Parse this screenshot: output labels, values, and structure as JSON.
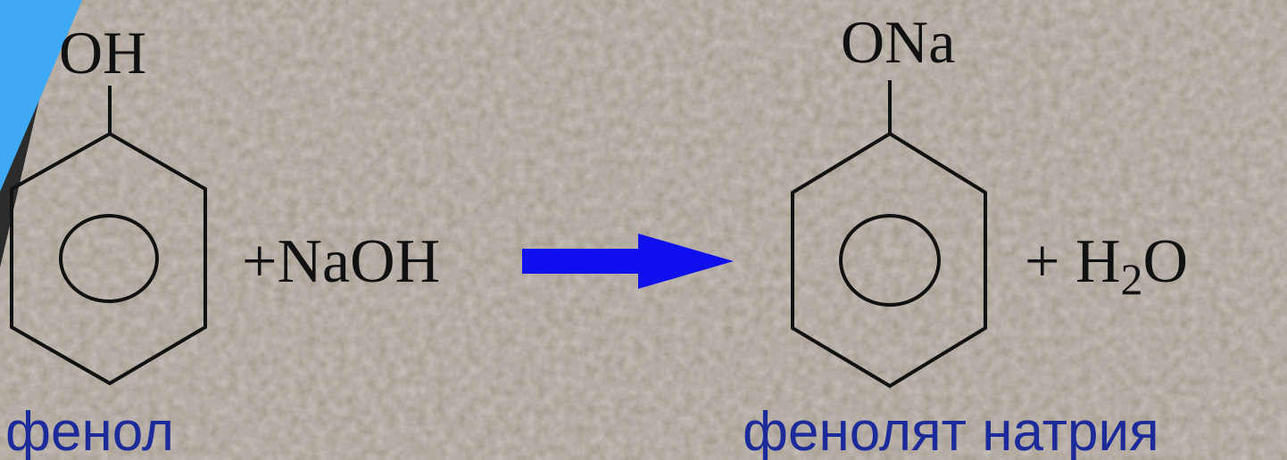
{
  "reaction": {
    "reactant": {
      "group": "OH",
      "name": "фенол"
    },
    "reagent": "+NaOH",
    "product": {
      "group": "ONa",
      "name": "фенолят натрия"
    },
    "byproduct": {
      "prefix": "+ H",
      "subscript": "2",
      "suffix": "O"
    }
  },
  "colors": {
    "arrow": "#1010ee",
    "caption": "#1d2a9a",
    "bonds": "#111111",
    "background": "#9e9488",
    "slide_accent": "#3fa9f5",
    "slide_dark": "#2b2b2b"
  },
  "icons": {
    "reaction_arrow": "right-arrow-icon",
    "benzene_ring": "benzene-ring-icon"
  }
}
